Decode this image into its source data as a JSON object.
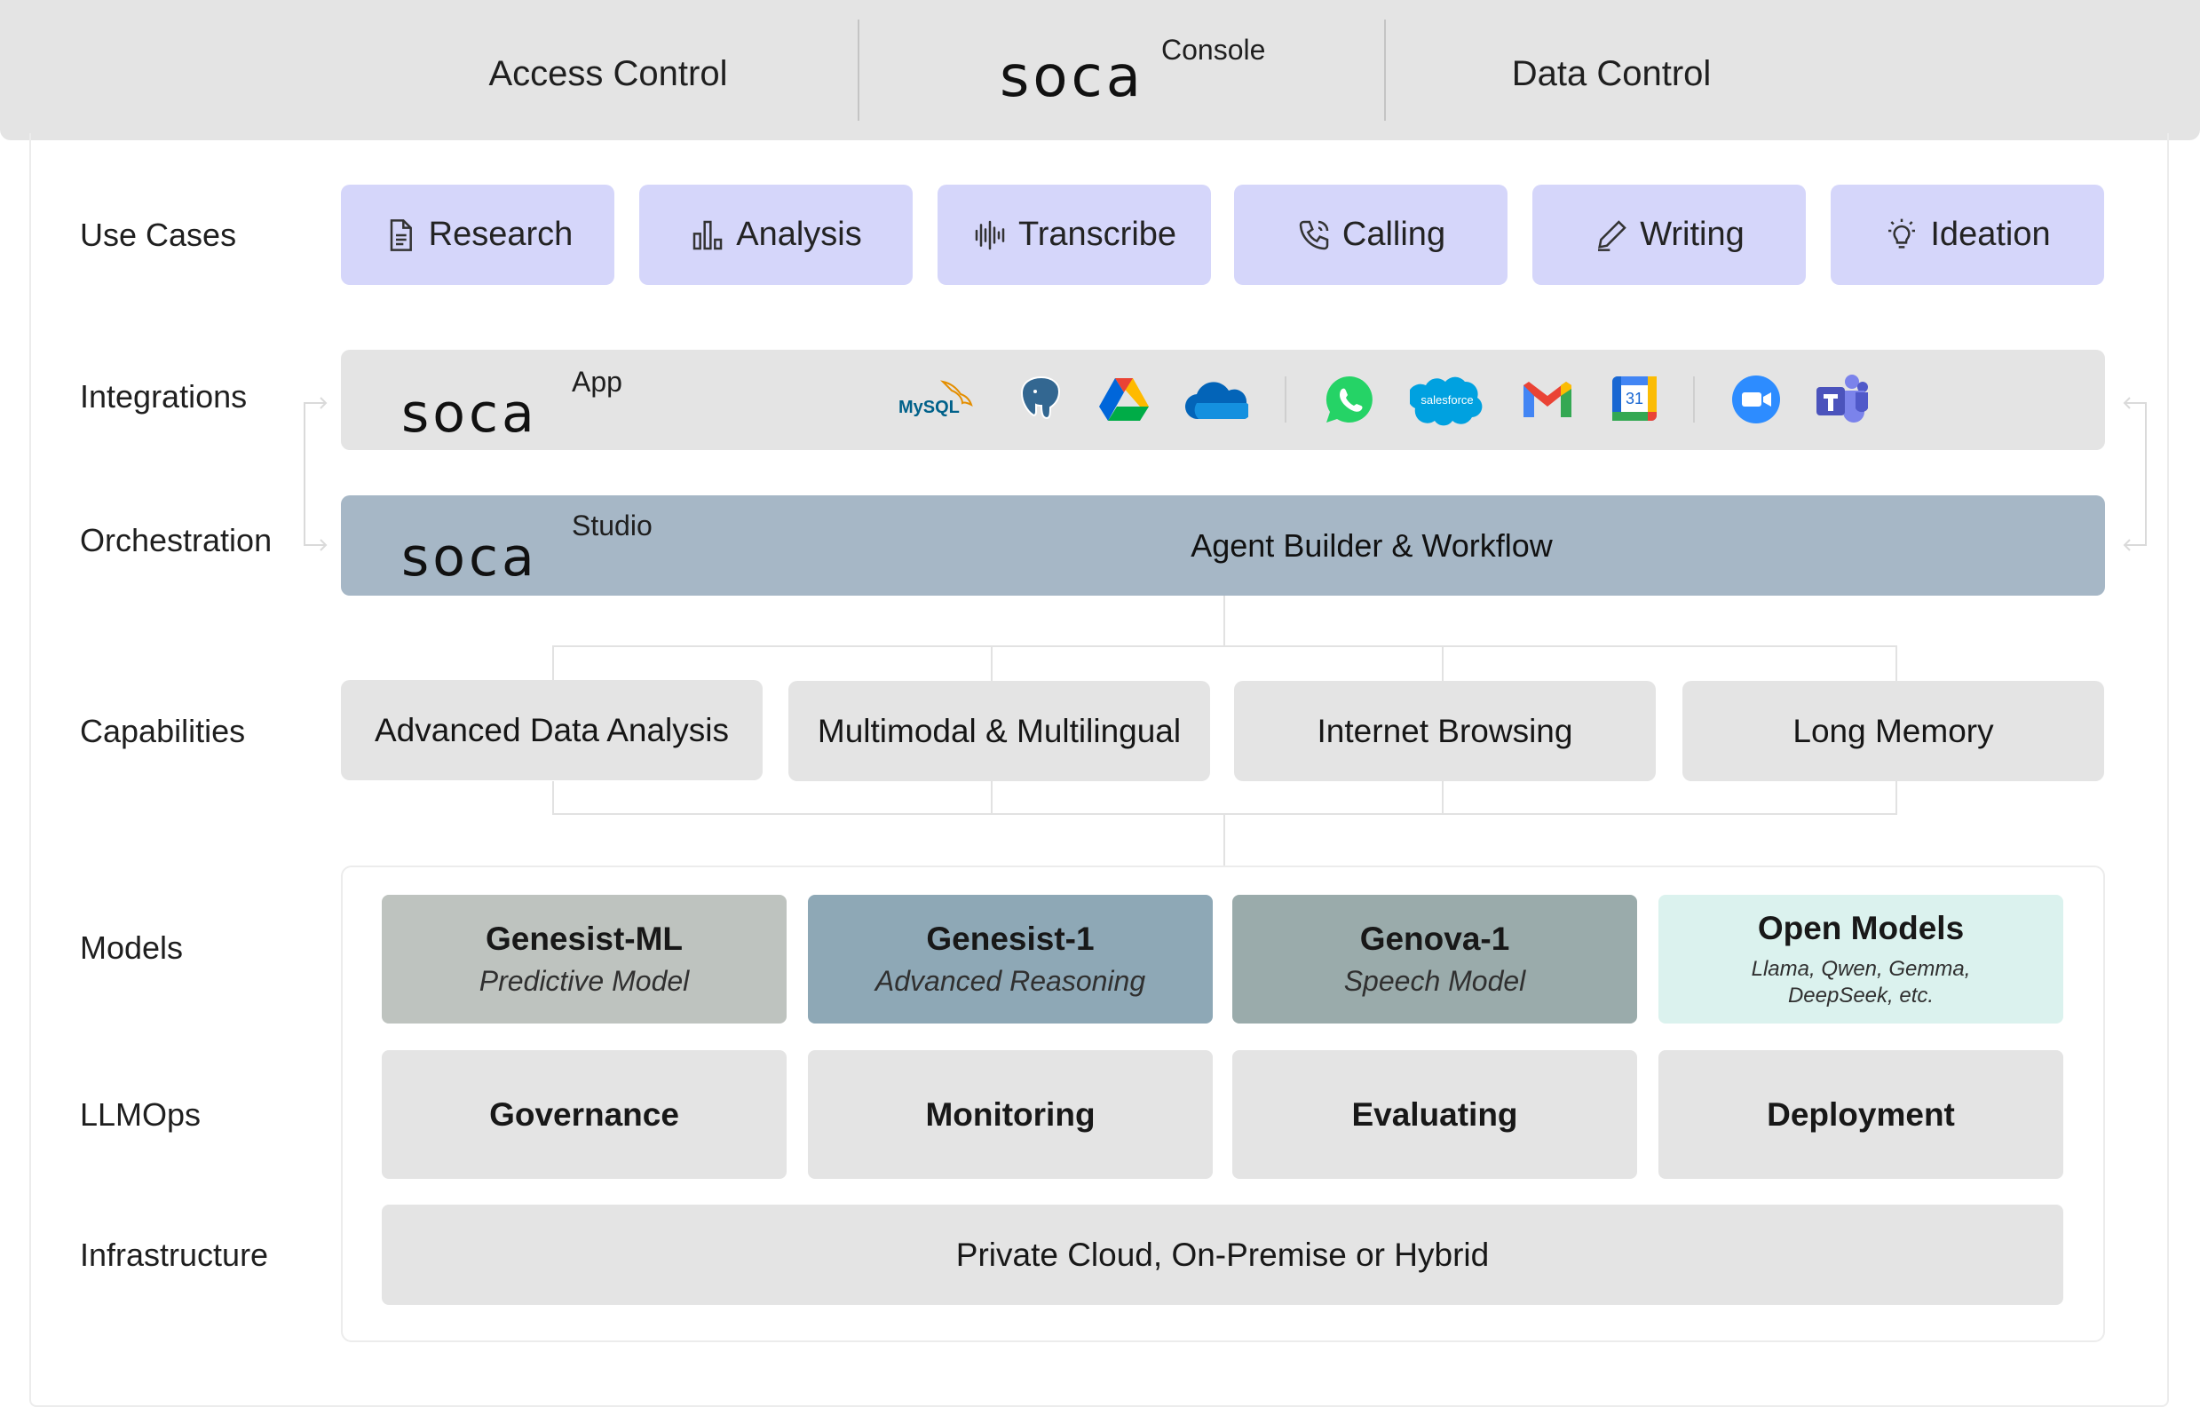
{
  "header": {
    "left_label": "Access Control",
    "right_label": "Data Control",
    "logo_word": "soca",
    "logo_sup": "Console"
  },
  "rows": {
    "use_cases": "Use Cases",
    "integrations": "Integrations",
    "orchestration": "Orchestration",
    "capabilities": "Capabilities",
    "models": "Models",
    "llmops": "LLMOps",
    "infrastructure": "Infrastructure"
  },
  "use_cases": [
    {
      "label": "Research",
      "icon": "document-icon"
    },
    {
      "label": "Analysis",
      "icon": "bar-chart-icon"
    },
    {
      "label": "Transcribe",
      "icon": "waveform-icon"
    },
    {
      "label": "Calling",
      "icon": "phone-icon"
    },
    {
      "label": "Writing",
      "icon": "pen-icon"
    },
    {
      "label": "Ideation",
      "icon": "lightbulb-icon"
    }
  ],
  "integrations": {
    "logo_word": "soca",
    "logo_sup": "App",
    "icons": [
      "mysql-icon",
      "postgresql-icon",
      "google-drive-icon",
      "onedrive-icon",
      "whatsapp-icon",
      "salesforce-icon",
      "gmail-icon",
      "google-calendar-icon",
      "zoom-icon",
      "microsoft-teams-icon"
    ],
    "mysql_text": "MySQL",
    "salesforce_text": "salesforce",
    "calendar_day": "31"
  },
  "orchestration": {
    "logo_word": "soca",
    "logo_sup": "Studio",
    "title": "Agent Builder & Workflow"
  },
  "capabilities": [
    "Advanced Data Analysis",
    "Multimodal & Multilingual",
    "Internet Browsing",
    "Long Memory"
  ],
  "models": [
    {
      "name": "Genesist-ML",
      "subtitle": "Predictive Model",
      "color": "#bec3bf"
    },
    {
      "name": "Genesist-1",
      "subtitle": "Advanced Reasoning",
      "color": "#8ea8b6"
    },
    {
      "name": "Genova-1",
      "subtitle": "Speech Model",
      "color": "#9aabab"
    },
    {
      "name": "Open Models",
      "subtitle": "Llama, Qwen, Gemma, DeepSeek, etc.",
      "color": "#dbf2ee"
    }
  ],
  "llmops": [
    "Governance",
    "Monitoring",
    "Evaluating",
    "Deployment"
  ],
  "infrastructure": "Private Cloud, On-Premise or Hybrid",
  "colors": {
    "usecase_bg": "#d5d6fa",
    "orchestration_bg": "#a6b7c6",
    "panel_bg": "#e4e4e4"
  }
}
